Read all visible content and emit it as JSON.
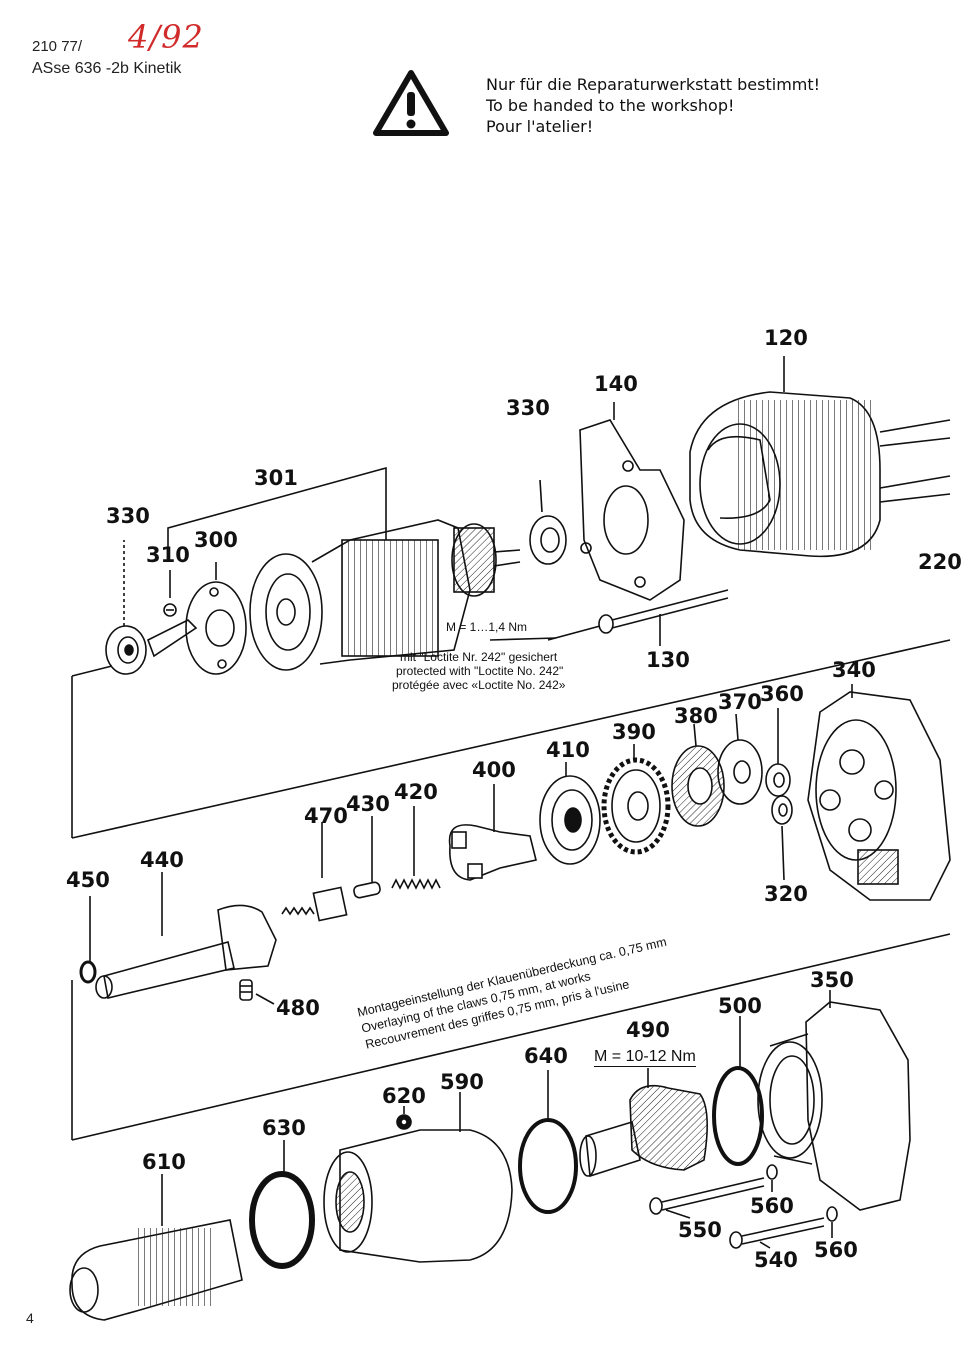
{
  "header": {
    "doc_number": "210 77/",
    "handwritten_date": "4/92",
    "model": "ASse 636 -2b Kinetik"
  },
  "warning": {
    "icon": "warning-triangle-icon",
    "lines": [
      "Nur für die Reparaturwerkstatt bestimmt!",
      "To be handed to the workshop!",
      "Pour l'atelier!"
    ]
  },
  "parts": {
    "p120": "120",
    "p140": "140",
    "p330a": "330",
    "p301": "301",
    "p330b": "330",
    "p310": "310",
    "p300": "300",
    "p130": "130",
    "p220": "220",
    "p340": "340",
    "p360": "360",
    "p370": "370",
    "p380": "380",
    "p390": "390",
    "p410": "410",
    "p400": "400",
    "p420": "420",
    "p430": "430",
    "p470": "470",
    "p440": "440",
    "p450": "450",
    "p480": "480",
    "p320": "320",
    "p350": "350",
    "p500": "500",
    "p490": "490",
    "p640": "640",
    "p590": "590",
    "p620": "620",
    "p630": "630",
    "p610": "610",
    "p560a": "560",
    "p550": "550",
    "p560b": "560",
    "p540": "540"
  },
  "notes": {
    "torque1": "M = 1…1,4 Nm",
    "loctite_de": "mit \"Loctite Nr. 242\" gesichert",
    "loctite_en": "protected with \"Loctite No. 242\"",
    "loctite_fr": "protégée avec «Loctite No. 242»",
    "claws_de": "Montageeinstellung der Klauenüberdeckung ca. 0,75 mm",
    "claws_en": "Overlaying of the claws 0,75 mm, at works",
    "claws_fr": "Recouvrement des griffes 0,75 mm, pris à l'usine",
    "torque2": "M = 10-12 Nm"
  },
  "page_number": "4"
}
